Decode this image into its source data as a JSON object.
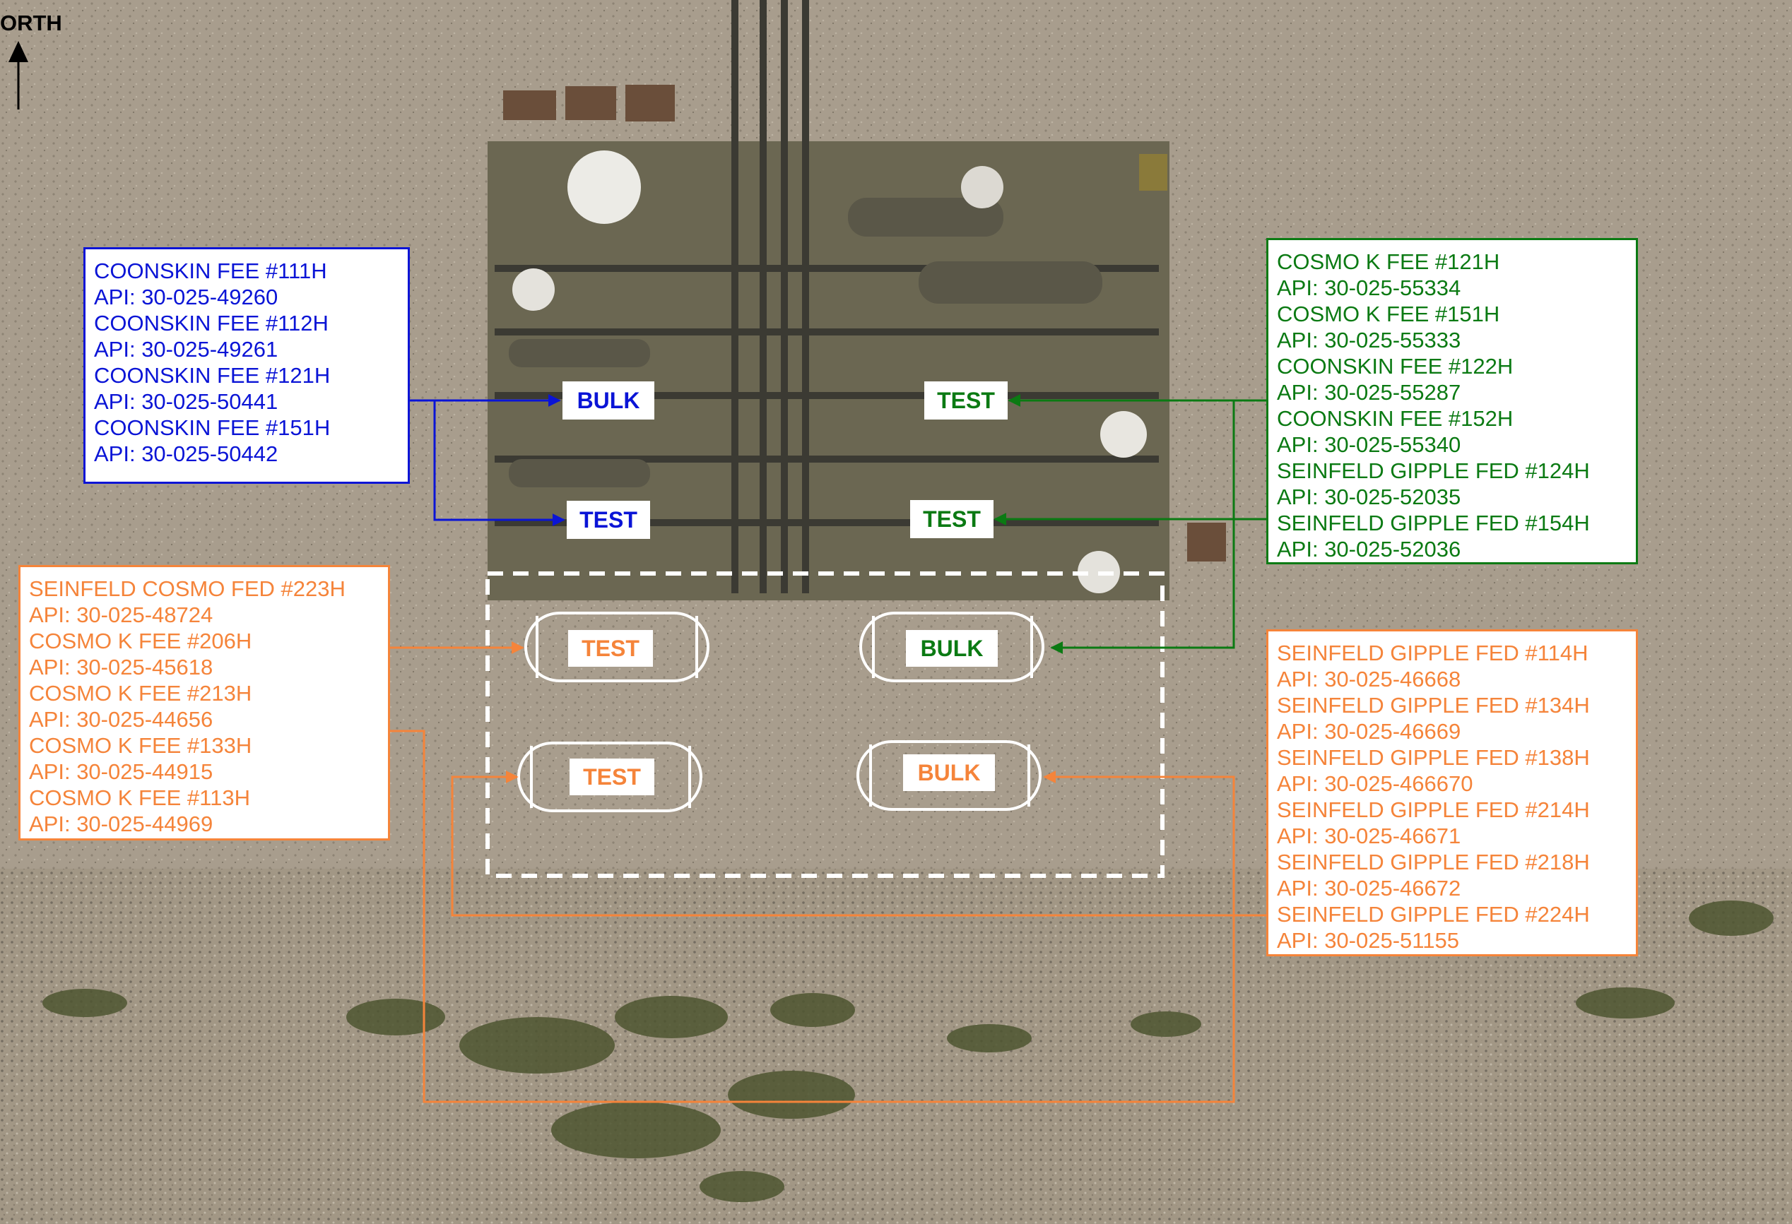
{
  "north_label": "ORTH",
  "colors": {
    "blue": "#0a14d6",
    "green": "#0b7a13",
    "orange": "#f5843a",
    "ground": "#a79c8c",
    "pad": "#6e6a55"
  },
  "boxes": {
    "blue": {
      "lines": [
        "COONSKIN FEE #111H",
        "API: 30-025-49260",
        "COONSKIN FEE #112H",
        "API: 30-025-49261",
        "COONSKIN FEE #121H",
        "API: 30-025-50441",
        "COONSKIN FEE #151H",
        "API: 30-025-50442"
      ]
    },
    "green": {
      "lines": [
        "COSMO K FEE #121H",
        "API: 30-025-55334",
        "COSMO K FEE #151H",
        "API: 30-025-55333",
        "COONSKIN FEE #122H",
        "API: 30-025-55287",
        "COONSKIN FEE #152H",
        "API: 30-025-55340",
        "SEINFELD GIPPLE FED #124H",
        "API: 30-025-52035",
        "SEINFELD GIPPLE FED #154H",
        "API: 30-025-52036"
      ]
    },
    "orange_left": {
      "lines": [
        "SEINFELD COSMO FED #223H",
        "API: 30-025-48724",
        "COSMO K FEE #206H",
        "API: 30-025-45618",
        "COSMO K FEE #213H",
        "API: 30-025-44656",
        "COSMO K FEE #133H",
        "API: 30-025-44915",
        "COSMO K FEE #113H",
        "API: 30-025-44969"
      ]
    },
    "orange_right": {
      "lines": [
        "SEINFELD GIPPLE FED #114H",
        "API: 30-025-46668",
        "SEINFELD GIPPLE FED #134H",
        "API: 30-025-46669",
        "SEINFELD GIPPLE FED #138H",
        "API: 30-025-466670",
        "SEINFELD GIPPLE FED #214H",
        "API: 30-025-46671",
        "SEINFELD GIPPLE FED #218H",
        "API: 30-025-46672",
        "SEINFELD GIPPLE FED #224H",
        "API: 30-025-51155"
      ]
    }
  },
  "tags": {
    "blue_bulk": "BULK",
    "blue_test": "TEST",
    "green_test_upper": "TEST",
    "green_test_lower": "TEST",
    "green_bulk_tank": "BULK",
    "orange_test_tank_upper": "TEST",
    "orange_test_tank_lower": "TEST",
    "orange_bulk_tank": "BULK"
  }
}
